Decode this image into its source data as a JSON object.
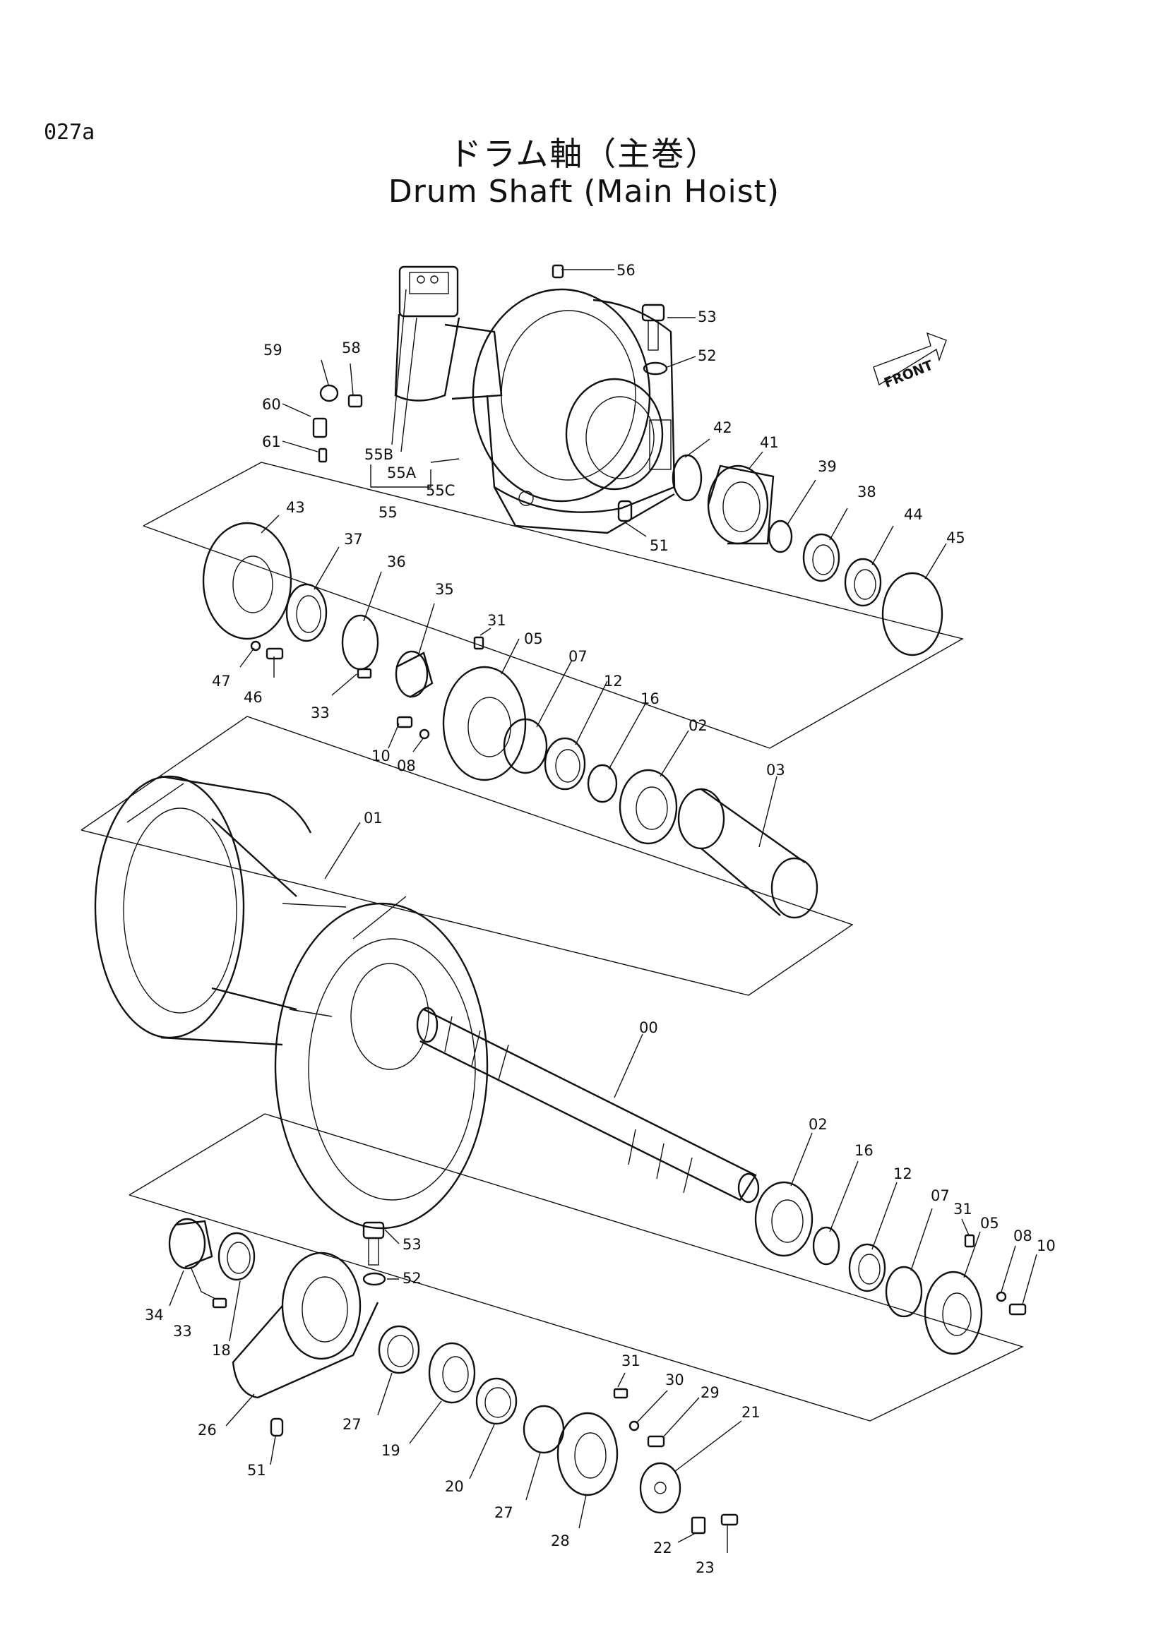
{
  "page_number": "027a",
  "title_jp": "ドラム軸（主巻）",
  "title_en": "Drum Shaft (Main Hoist)",
  "front_label": "FRONT",
  "callouts": [
    "56",
    "53",
    "52",
    "59",
    "58",
    "60",
    "61",
    "55B",
    "55A",
    "55C",
    "55",
    "42",
    "41",
    "39",
    "38",
    "44",
    "45",
    "51",
    "43",
    "37",
    "36",
    "35",
    "31",
    "05",
    "47",
    "46",
    "33",
    "10",
    "08",
    "07",
    "12",
    "16",
    "02",
    "03",
    "01",
    "00",
    "02",
    "16",
    "12",
    "07",
    "31",
    "05",
    "08",
    "10",
    "34",
    "33",
    "18",
    "53",
    "52",
    "26",
    "51",
    "27",
    "19",
    "20",
    "27",
    "28",
    "31",
    "30",
    "29",
    "21",
    "22",
    "23"
  ]
}
